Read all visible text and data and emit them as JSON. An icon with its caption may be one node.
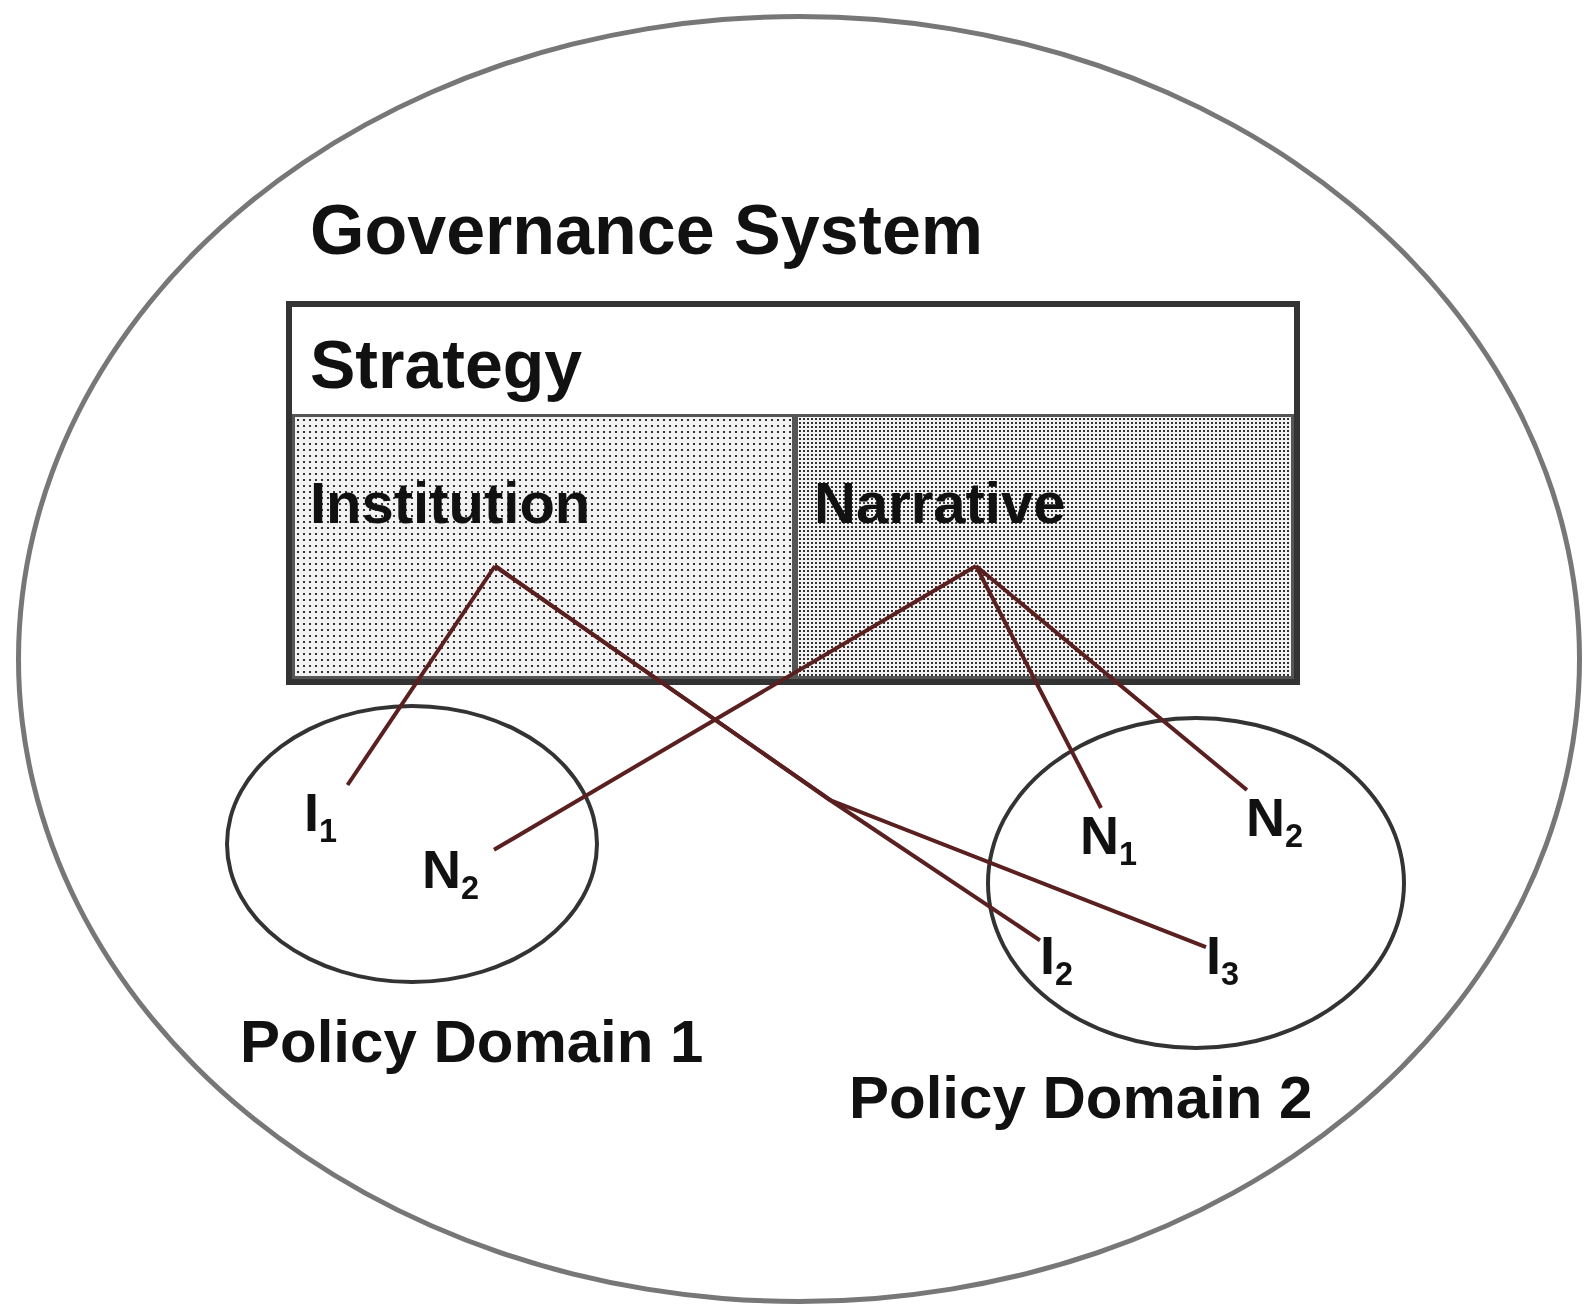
{
  "diagram": {
    "nodes": [
      {
        "text": [
          "Governance System"
        ]
      },
      {
        "text": [
          "Strategy"
        ],
        "in": 0
      },
      {
        "text": [
          "Institution"
        ],
        "in": 1
      },
      {
        "text": [
          "Narrative"
        ],
        "in": 1
      },
      {
        "text": [
          "Policy Domain 1"
        ],
        "in": 0
      },
      {
        "text": [
          "I$_{1}$"
        ],
        "in": 4
      },
      {
        "text": [
          "N$_{2}$"
        ],
        "in": 4
      },
      {
        "text": [
          "Policy Domain 2"
        ],
        "in": 0
      },
      {
        "text": [
          "N$_{1}$"
        ],
        "in": 7
      },
      {
        "text": [
          "N$_{2}$"
        ],
        "in": 7
      },
      {
        "text": [
          "I$_{2}$"
        ],
        "in": 7
      },
      {
        "text": [
          "I$_{3}$"
        ],
        "in": 7
      }
    ],
    "edges": [
      {
        "from": 2,
        "to": 5,
        "arrow": "none"
      },
      {
        "from": 2,
        "to": 10,
        "arrow": "none"
      },
      {
        "from": 2,
        "to": 11,
        "arrow": "none"
      },
      {
        "from": 3,
        "to": 6,
        "arrow": "none"
      },
      {
        "from": 3,
        "to": 8,
        "arrow": "none"
      },
      {
        "from": 3,
        "to": 9,
        "arrow": "none"
      }
    ]
  }
}
